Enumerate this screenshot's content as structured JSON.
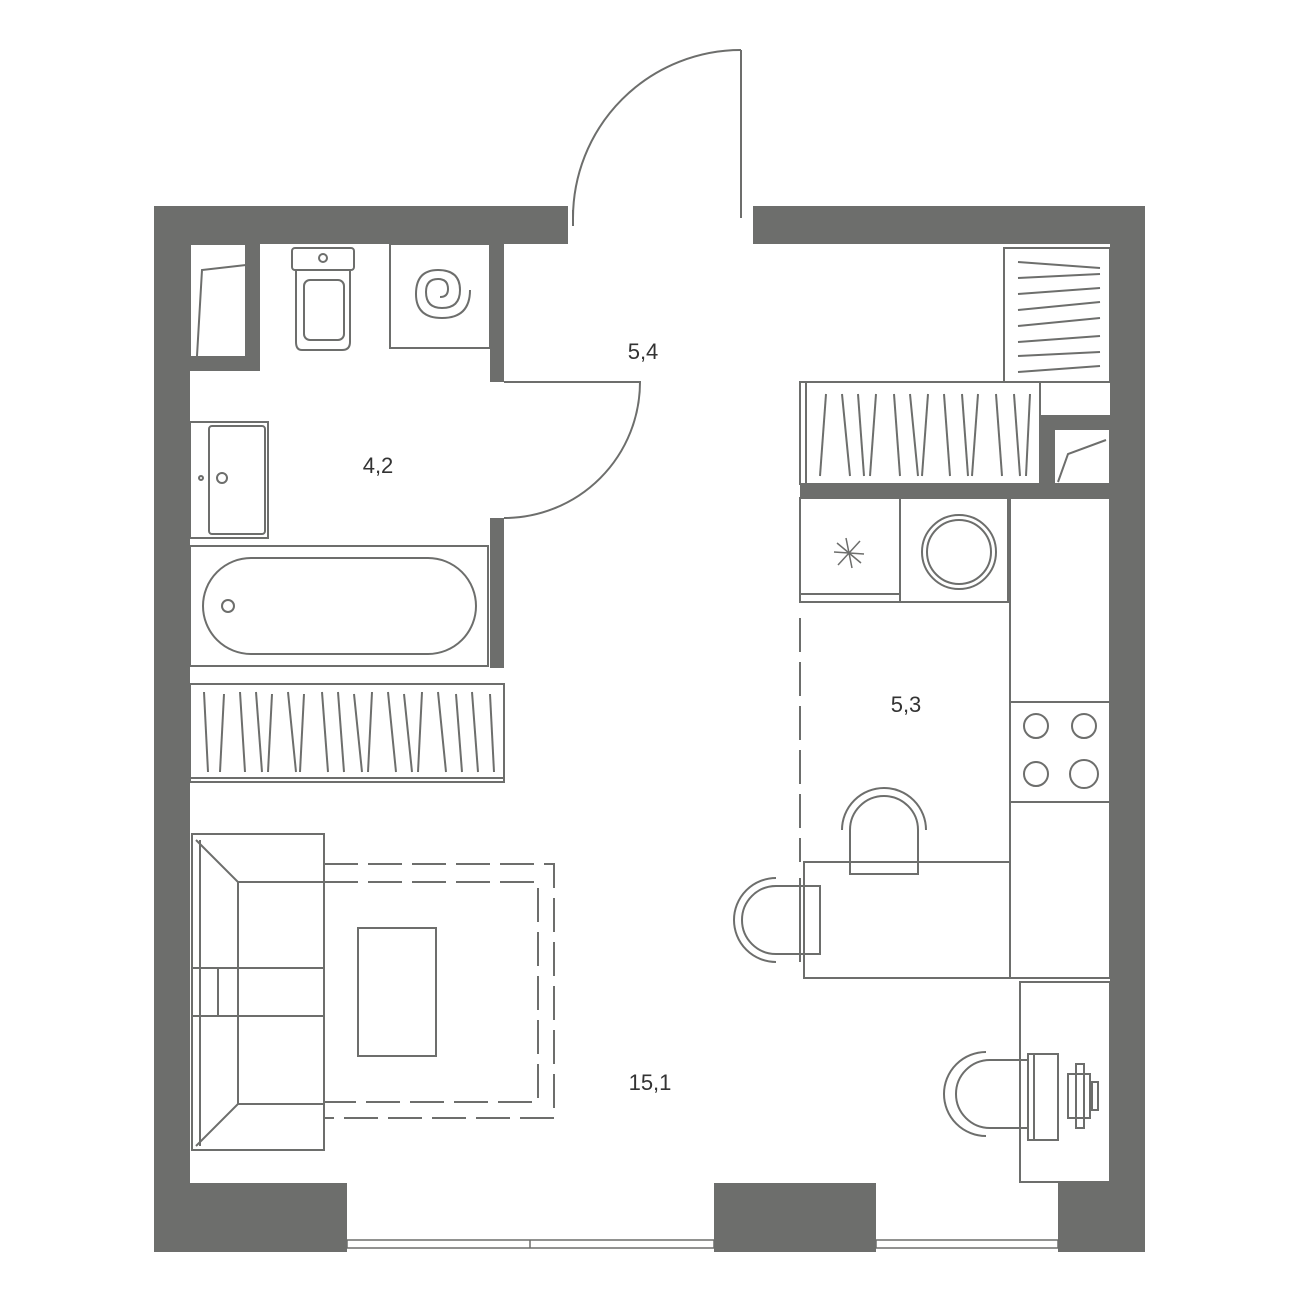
{
  "rooms": {
    "hallway": {
      "area": "5,4"
    },
    "bathroom": {
      "area": "4,2"
    },
    "kitchen": {
      "area": "5,3"
    },
    "living": {
      "area": "15,1"
    }
  },
  "colors": {
    "wall": "#6d6e6c",
    "line": "#6d6e6c",
    "background": "#ffffff"
  }
}
